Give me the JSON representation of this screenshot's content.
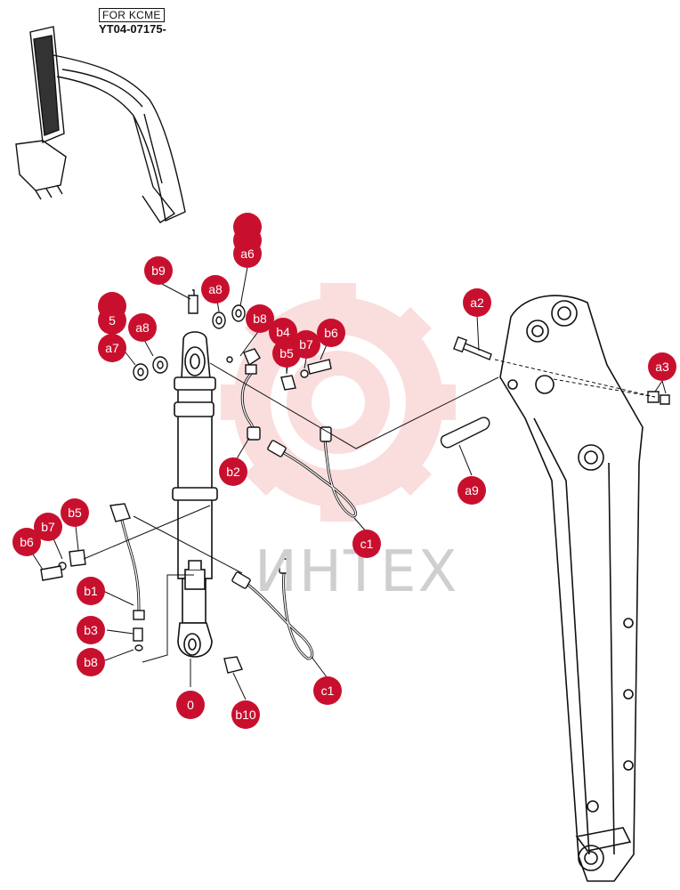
{
  "header": {
    "box_label": "FOR KCME",
    "model_code": "YT04-07175-"
  },
  "watermark": {
    "text": "ИНТЕХ",
    "color": "#f4b6b6"
  },
  "accent_color": "#c8102e",
  "callouts": [
    {
      "id": "a6-stack-1",
      "label": ""
    },
    {
      "id": "a6-stack-2",
      "label": ""
    },
    {
      "id": "a6",
      "label": "a6"
    },
    {
      "id": "b9",
      "label": "b9"
    },
    {
      "id": "a8-top",
      "label": "a8"
    },
    {
      "id": "a7-stack-1",
      "label": ""
    },
    {
      "id": "a7-stack-2",
      "label": "5"
    },
    {
      "id": "a8-left",
      "label": "a8"
    },
    {
      "id": "a7",
      "label": "a7"
    },
    {
      "id": "b8-top",
      "label": "b8"
    },
    {
      "id": "b4",
      "label": "b4"
    },
    {
      "id": "b7-top",
      "label": "b7"
    },
    {
      "id": "b6-top",
      "label": "b6"
    },
    {
      "id": "b5-top",
      "label": "b5"
    },
    {
      "id": "a2",
      "label": "a2"
    },
    {
      "id": "a3",
      "label": "a3"
    },
    {
      "id": "b2",
      "label": "b2"
    },
    {
      "id": "a9",
      "label": "a9"
    },
    {
      "id": "c1-upper",
      "label": "c1"
    },
    {
      "id": "b7-left",
      "label": "b7"
    },
    {
      "id": "b5-left",
      "label": "b5"
    },
    {
      "id": "b6-left",
      "label": "b6"
    },
    {
      "id": "b1",
      "label": "b1"
    },
    {
      "id": "b3",
      "label": "b3"
    },
    {
      "id": "b8-left",
      "label": "b8"
    },
    {
      "id": "c1-lower",
      "label": "c1"
    },
    {
      "id": "zero",
      "label": "0"
    },
    {
      "id": "b10",
      "label": "b10"
    }
  ]
}
